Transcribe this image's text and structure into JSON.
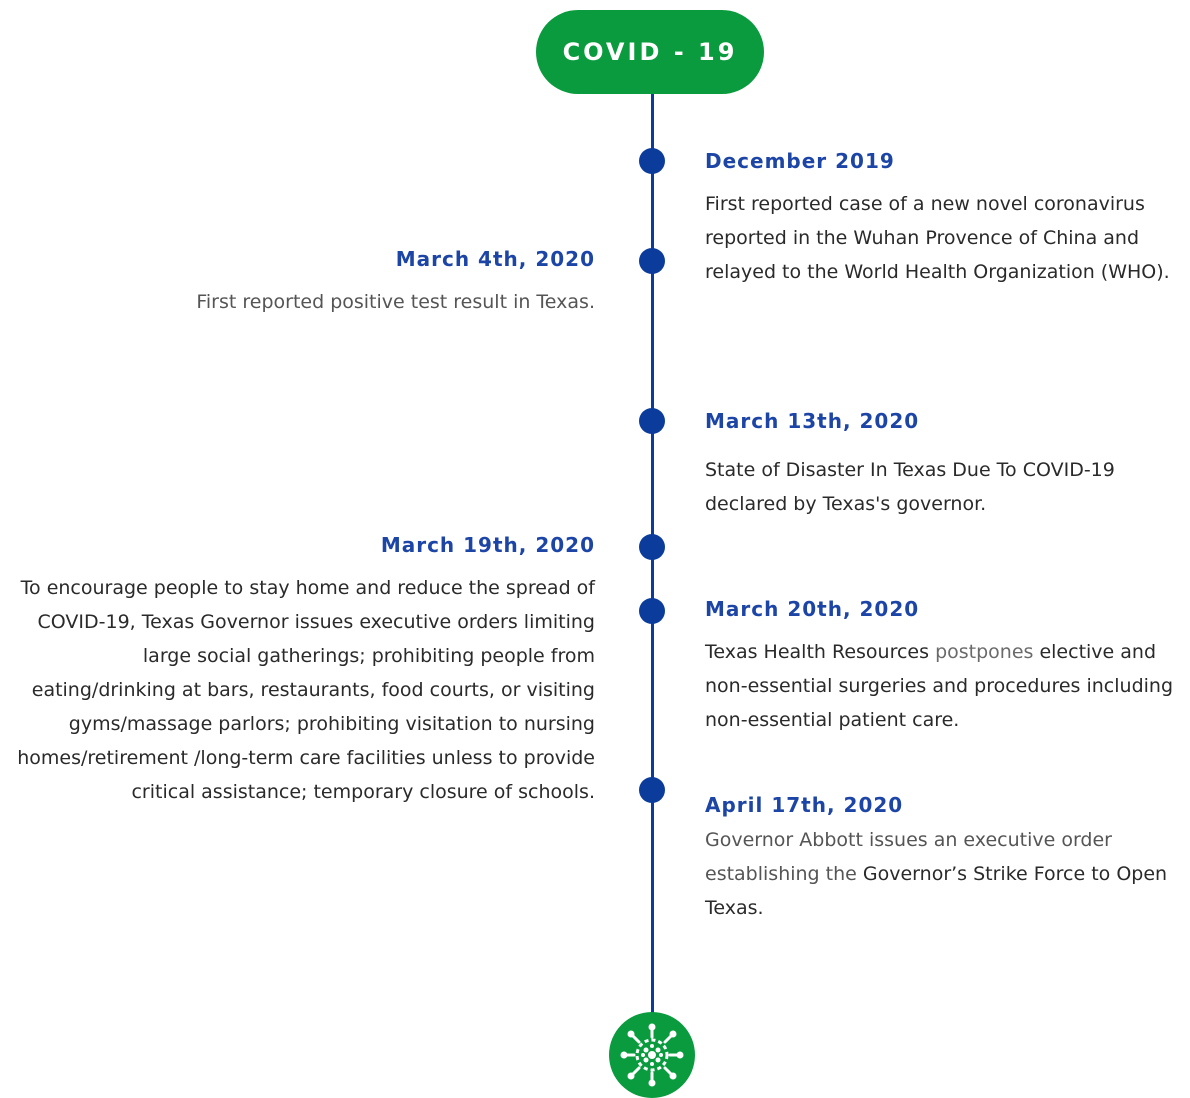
{
  "title": "COVID - 19",
  "icons": {
    "end": "virus-icon"
  },
  "colors": {
    "title_bg": "#0a9b3e",
    "line": "#0b3c9c",
    "date_text": "#1c45a6"
  },
  "events": [
    {
      "date": "December 2019",
      "side": "right",
      "text": "First reported case of a new novel coronavirus reported in the Wuhan Provence of China and relayed to the World Health Organization (WHO)."
    },
    {
      "date": "March 4th, 2020",
      "side": "left",
      "text": "First reported positive test result in Texas."
    },
    {
      "date": "March 13th, 2020",
      "side": "right",
      "text": "State of Disaster In Texas Due To COVID-19 declared by Texas's governor."
    },
    {
      "date": "March 19th, 2020",
      "side": "left",
      "text": "To encourage people to stay home and reduce the spread of COVID-19, Texas Governor issues executive orders limiting large social gatherings; prohibiting people from eating/drinking at bars, restaurants, food courts, or visiting gyms/massage parlors; prohibiting visitation to nursing homes/retirement /long-term care facilities unless to provide critical assistance; temporary closure of schools."
    },
    {
      "date": "March 20th, 2020",
      "side": "right",
      "text_parts": [
        "Texas Health Resources ",
        "postpones",
        " elective and non-essential surgeries and procedures including non-essential patient care."
      ]
    },
    {
      "date": "April 17th, 2020",
      "side": "right",
      "text_parts": [
        "Governor Abbott issues an executive order establishing the ",
        "Governor’s Strike Force to Open Texas."
      ]
    }
  ]
}
